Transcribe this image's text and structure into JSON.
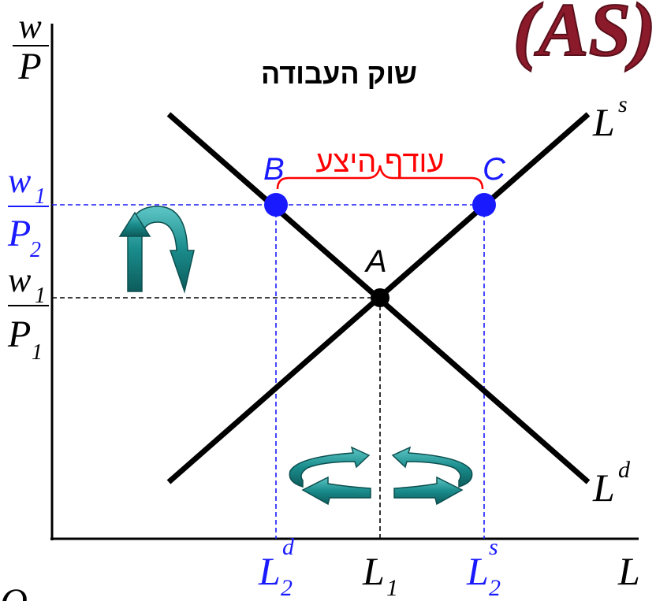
{
  "title": "שוק העבודה",
  "corner_label": "(AS)",
  "bracket_label": "עודף היצע",
  "y_axis": {
    "numerator": "w",
    "denominator": "P"
  },
  "x_axis": {
    "label": "L"
  },
  "curves": {
    "supply": {
      "base": "L",
      "sup": "s"
    },
    "demand": {
      "base": "L",
      "sup": "d"
    }
  },
  "points": {
    "A": "A",
    "B": "B",
    "C": "C"
  },
  "y_ticks": {
    "upper": {
      "num": "w",
      "num_sub": "1",
      "den": "P",
      "den_sub": "2"
    },
    "lower": {
      "num": "w",
      "num_sub": "1",
      "den": "P",
      "den_sub": "1"
    }
  },
  "x_ticks": {
    "Ld2": {
      "base": "L",
      "sub": "2",
      "sup": "d"
    },
    "L1": {
      "base": "L",
      "sub": "1"
    },
    "Ls2": {
      "base": "L",
      "sub": "2",
      "sup": "s"
    }
  },
  "bottom_left_glyph": "Q",
  "colors": {
    "axis": "#000000",
    "curve": "#000000",
    "highlight": "#1a1aff",
    "bracket": "#ff0000",
    "arrow": "#1a8c8c",
    "corner": "#8b1a2b"
  }
}
